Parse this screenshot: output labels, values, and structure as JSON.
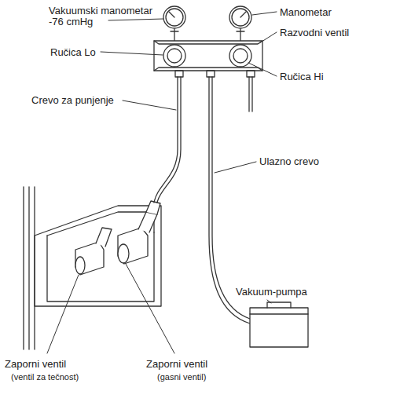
{
  "diagram": {
    "labels": [
      "Vakuumski manometar",
      "-76 cmHg",
      "Manometar",
      "Razvodni ventil",
      "Ručica Lo",
      "Ručica Hi",
      "Crevo za punjenje",
      "Ulazno crevo",
      "Vakuum-pumpa",
      "Zaporni ventil",
      "(ventil za tečnost)",
      "Zaporni ventil",
      "(gasni ventil)"
    ]
  }
}
